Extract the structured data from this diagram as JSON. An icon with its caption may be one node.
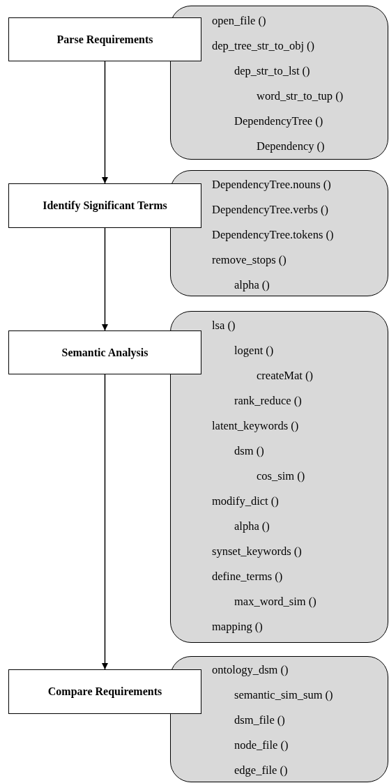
{
  "diagram": {
    "nodes": [
      {
        "text": [
          "Parse Requirements"
        ]
      },
      {
        "text": [
          "open_file ()",
          "dep_tree_str_to_obj ()",
          "dep_str_to_lst ()",
          "word_str_to_tup ()",
          "DependencyTree ()",
          "Dependency ()"
        ]
      },
      {
        "text": [
          "Identify Significant Terms"
        ]
      },
      {
        "text": [
          "DependencyTree.nouns ()",
          "DependencyTree.verbs ()",
          "DependencyTree.tokens ()",
          "remove_stops ()",
          "alpha ()"
        ]
      },
      {
        "text": [
          "Semantic Analysis"
        ]
      },
      {
        "text": [
          "lsa ()",
          "logent ()",
          "createMat ()",
          "rank_reduce ()",
          "latent_keywords ()",
          "dsm ()",
          "cos_sim ()",
          "modify_dict ()",
          "alpha ()",
          "synset_keywords ()",
          "define_terms ()",
          "max_word_sim ()",
          "mapping ()"
        ]
      },
      {
        "text": [
          "Compare Requirements"
        ]
      },
      {
        "text": [
          "ontology_dsm ()",
          "semantic_sim_sum ()",
          "dsm_file ()",
          "node_file ()",
          "edge_file ()"
        ]
      }
    ],
    "edges": [
      {
        "from": 0,
        "to": 2,
        "arrow": "to"
      },
      {
        "from": 2,
        "to": 4,
        "arrow": "to"
      },
      {
        "from": 4,
        "to": 6,
        "arrow": "to"
      }
    ]
  }
}
